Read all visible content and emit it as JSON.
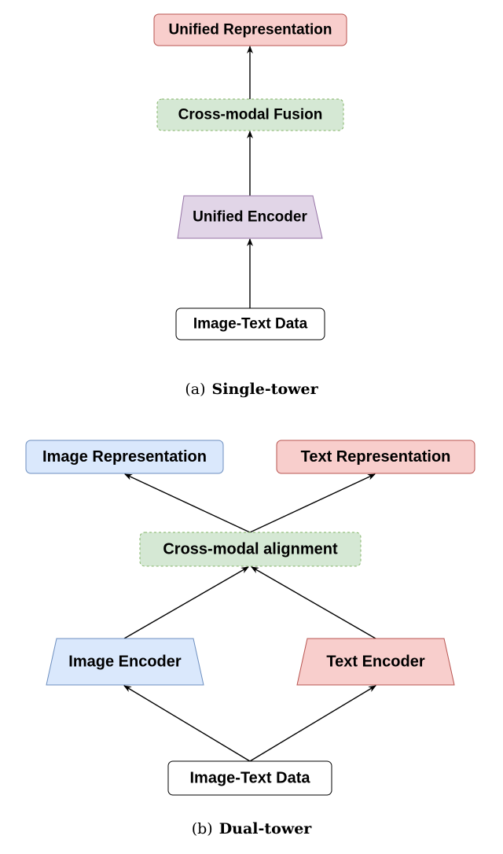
{
  "colors": {
    "red_fill": "#f8cecc",
    "red_stroke": "#b85450",
    "green_fill": "#d5e8d4",
    "green_stroke": "#82b366",
    "purple_fill": "#e1d5e7",
    "purple_stroke": "#9673a6",
    "blue_fill": "#dae8fc",
    "blue_stroke": "#6c8ebf",
    "white_fill": "#ffffff",
    "black_stroke": "#000000"
  },
  "single_tower": {
    "caption_letter": "(a)",
    "caption_title": "Single-tower",
    "unified_representation": "Unified Representation",
    "cross_modal_fusion": "Cross-modal Fusion",
    "unified_encoder": "Unified Encoder",
    "input_data": "Image-Text Data"
  },
  "dual_tower": {
    "caption_letter": "(b)",
    "caption_title": "Dual-tower",
    "image_representation": "Image Representation",
    "text_representation": "Text Representation",
    "cross_modal_alignment": "Cross-modal alignment",
    "image_encoder": "Image Encoder",
    "text_encoder": "Text Encoder",
    "input_data": "Image-Text Data"
  }
}
